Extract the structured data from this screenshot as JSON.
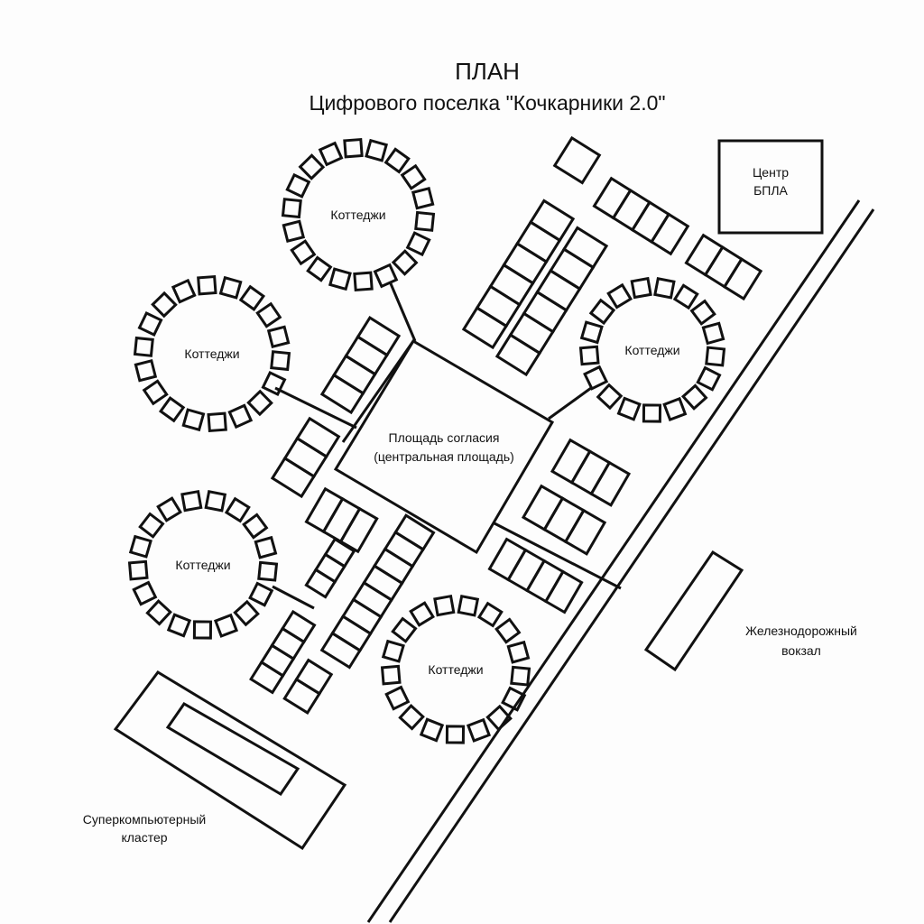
{
  "title": "ПЛАН",
  "subtitle": "Цифрового поселка \"Кочкарники 2.0\"",
  "drone_center": {
    "line1": "Центр",
    "line2": "БПЛА"
  },
  "central_square": {
    "line1": "Площадь согласия",
    "line2": "(центральная площадь)"
  },
  "railway_station": {
    "line1": "Железнодорожный",
    "line2": "вокзал"
  },
  "supercomputer": {
    "line1": "Суперкомпьютерный",
    "line2": "кластер"
  },
  "cottages": [
    {
      "label": "Коттеджи"
    },
    {
      "label": "Коттеджи"
    },
    {
      "label": "Коттеджи"
    },
    {
      "label": "Коттеджи"
    },
    {
      "label": "Коттеджи"
    }
  ]
}
